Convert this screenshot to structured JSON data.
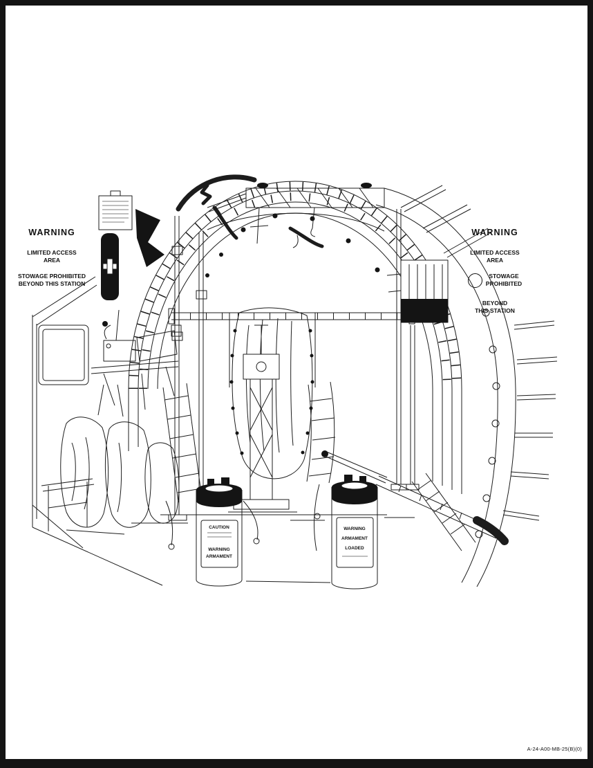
{
  "figure": {
    "code": "A-24-A00-MB-25(B)(0)"
  },
  "warning_left": {
    "title": "WARNING",
    "access_line1": "LIMITED ACCESS",
    "access_line2": "AREA",
    "stowage_line1": "STOWAGE PROHIBITED",
    "stowage_line2": "BEYOND THIS STATION"
  },
  "warning_right": {
    "title": "WARNING",
    "access_line1": "LIMITED ACCESS",
    "access_line2": "AREA",
    "stowage_line1": "STOWAGE",
    "stowage_line2": "PROHIBITED",
    "beyond_line1": "BEYOND",
    "beyond_line2": "THIS STATION"
  },
  "canister_left": {
    "line1": "CAUTION",
    "line2": "WARNING",
    "line3": "ARMAMENT"
  },
  "canister_right": {
    "line1": "WARNING",
    "line2": "ARMAMENT",
    "line3": "LOADED"
  },
  "colors": {
    "ink": "#1c1c1c",
    "paper": "#ffffff"
  }
}
